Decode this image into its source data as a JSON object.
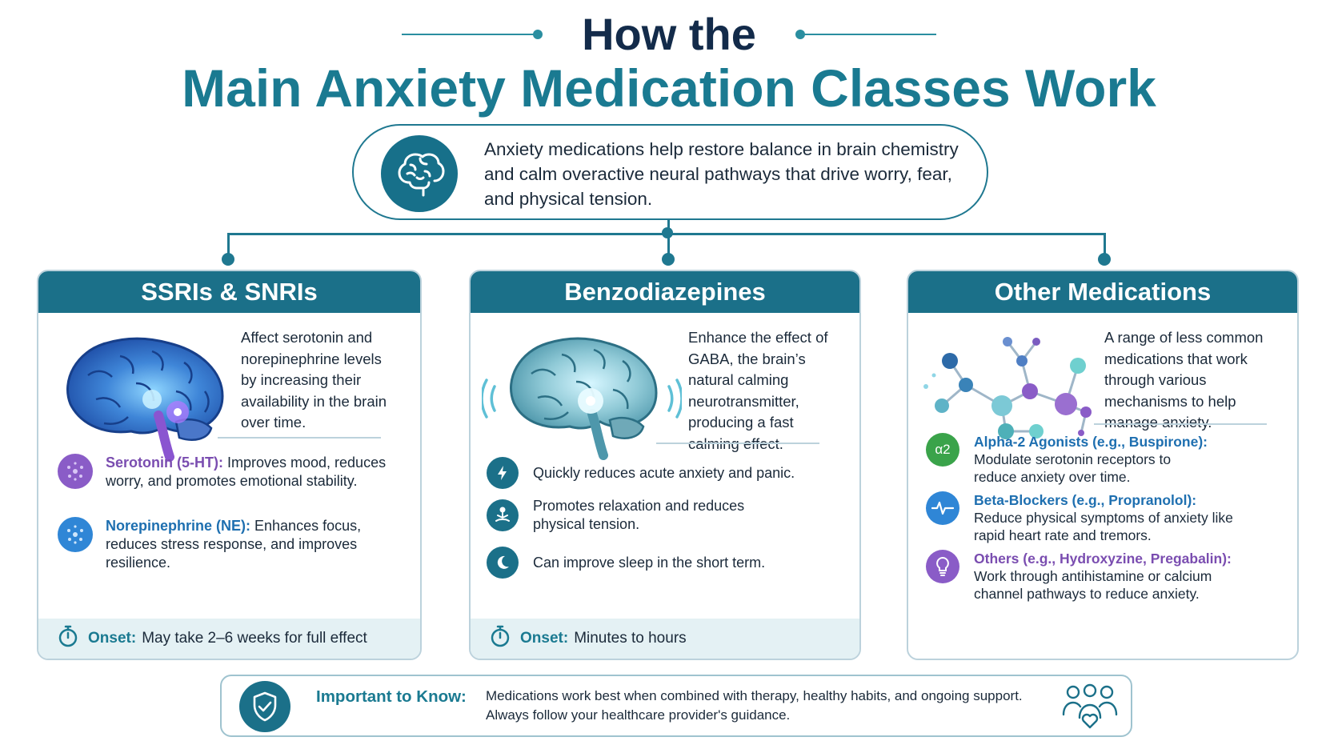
{
  "title": {
    "line1": "How the",
    "line2": "Main Anxiety Medication Classes Work"
  },
  "intro": {
    "text": "Anxiety medications help restore balance in brain chemistry and calm overactive neural pathways that drive worry, fear, and physical tension."
  },
  "colors": {
    "teal": "#1b7089",
    "title_dark": "#132b4a",
    "title_teal": "#1a7a91",
    "purple": "#7a4db0",
    "blue": "#1e6fb0",
    "green": "#3aa34a"
  },
  "cards": [
    {
      "title": "SSRIs & SNRIs",
      "description": "Affect serotonin and norepinephrine levels by increasing their availability in the brain over time.",
      "bullets": [
        {
          "icon": "serotonin-molecule-icon",
          "title": "Serotonin (5-HT):",
          "text": " Improves mood, reduces worry, and promotes emotional stability."
        },
        {
          "icon": "norepinephrine-molecule-icon",
          "title": "Norepinephrine (NE):",
          "text": " Enhances focus, reduces stress response, and improves resilience."
        }
      ],
      "onset_label": "Onset:",
      "onset_value": "May take 2–6 weeks for full effect"
    },
    {
      "title": "Benzodiazepines",
      "description": "Enhance the effect of GABA, the brain’s natural calming neurotransmitter, producing a fast calming effect.",
      "bullets": [
        {
          "icon": "lightning-icon",
          "text": "Quickly reduces acute anxiety and panic."
        },
        {
          "icon": "meditation-icon",
          "text": "Promotes relaxation and reduces physical tension."
        },
        {
          "icon": "moon-icon",
          "text": "Can improve sleep in the short term."
        }
      ],
      "onset_label": "Onset:",
      "onset_value": "Minutes to hours"
    },
    {
      "title": "Other Medications",
      "description": "A range of less common medications that work through various mechanisms to help manage anxiety.",
      "bullets": [
        {
          "icon": "alpha2-icon",
          "icon_text": "α2",
          "title": "Alpha-2 Agonists (e.g., Buspirone):",
          "text": "Modulate serotonin receptors to reduce anxiety over time."
        },
        {
          "icon": "heartbeat-icon",
          "title": "Beta-Blockers (e.g., Propranolol):",
          "text": "Reduce physical symptoms of anxiety like rapid heart rate and tremors."
        },
        {
          "icon": "lightbulb-icon",
          "title": "Others (e.g., Hydroxyzine, Pregabalin):",
          "text": "Work through antihistamine or calcium channel pathways to reduce anxiety."
        }
      ]
    }
  ],
  "important": {
    "label": "Important to Know:",
    "line1": "Medications work best when combined with therapy, healthy habits, and ongoing support.",
    "line2": "Always follow your healthcare provider's guidance."
  }
}
